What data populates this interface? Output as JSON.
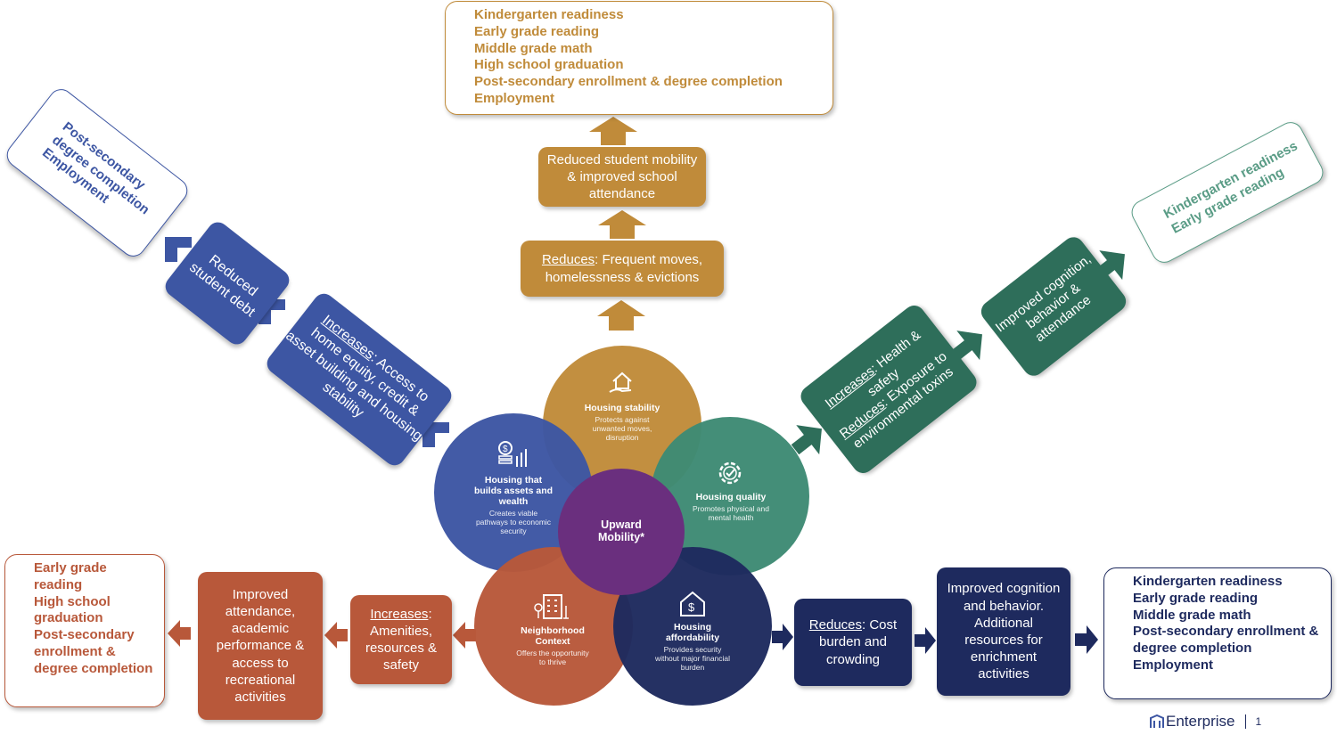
{
  "colors": {
    "gold": "#C08B3A",
    "blue": "#3D56A3",
    "green": "#2E6E5A",
    "teal_circle": "#3E8A74",
    "orange": "#B8583A",
    "navy": "#1E2A5E",
    "purple": "#6A2F7E"
  },
  "circles": {
    "stability": {
      "title": "Housing stability",
      "desc": "Protects against unwanted moves, disruption",
      "icon": "house-hand-icon"
    },
    "assets": {
      "title": "Housing that builds assets and wealth",
      "desc": "Creates viable pathways to economic security",
      "icon": "coins-growth-icon"
    },
    "quality": {
      "title": "Housing quality",
      "desc": "Promotes physical and mental health",
      "icon": "gear-check-icon"
    },
    "neighborhood": {
      "title": "Neighborhood Context",
      "desc": "Offers the opportunity to thrive",
      "icon": "buildings-icon"
    },
    "affordability": {
      "title": "Housing affordability",
      "desc": "Provides security without major financial burden",
      "icon": "house-dollar-icon"
    },
    "center": {
      "title": "Upward Mobility*"
    }
  },
  "top": {
    "reduces_label": "Reduces",
    "reduces_text": ": Frequent moves, homelessness & evictions",
    "mobility_text": "Reduced student mobility & improved school attendance",
    "outcomes": [
      "Kindergarten readiness",
      "Early grade reading",
      "Middle grade math",
      "High school graduation",
      "Post-secondary enrollment & degree completion",
      "Employment"
    ]
  },
  "upper_left": {
    "increases_label": "Increases",
    "increases_text": ": Access to home equity, credit & asset building and housing stability",
    "debt_text": "Reduced student debt",
    "outcomes": [
      "Post-secondary degree completion",
      "Employment"
    ]
  },
  "upper_right": {
    "increases_label": "Increases",
    "increases_text": ": Health & safety",
    "reduces_label": "Reduces",
    "reduces_text": ": Exposure to environmental toxins",
    "cognition_text": "Improved cognition, behavior & attendance",
    "outcomes": [
      "Kindergarten readiness",
      "Early grade reading"
    ]
  },
  "lower_left": {
    "increases_label": "Increases",
    "increases_text": ": Amenities, resources & safety",
    "attendance_text": "Improved attendance, academic performance & access to recreational activities",
    "outcomes": [
      "Early grade reading",
      "High school graduation",
      "Post-secondary enrollment & degree completion"
    ]
  },
  "lower_right": {
    "reduces_label": "Reduces",
    "reduces_text": ": Cost burden and crowding",
    "cognition_text": "Improved cognition and behavior. Additional resources for enrichment activities",
    "outcomes": [
      "Kindergarten readiness",
      "Early grade reading",
      "Middle grade math",
      "Post-secondary enrollment & degree completion",
      "Employment"
    ]
  },
  "footer": {
    "brand": "Enterprise",
    "page": "1"
  },
  "bullet_glyph": ""
}
